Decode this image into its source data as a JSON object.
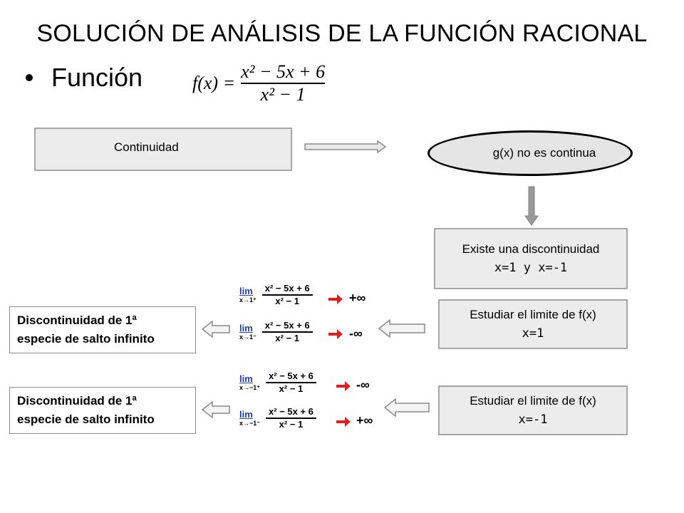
{
  "title": "SOLUCIÓN DE ANÁLISIS DE LA FUNCIÓN RACIONAL",
  "bullet": {
    "label": "Función"
  },
  "function": {
    "lhs": "f(x) =",
    "numerator": "x² − 5x + 6",
    "denominator": "x² − 1"
  },
  "continuidad": {
    "label": "Continuidad"
  },
  "ellipse": {
    "label": "g(x) no es continua"
  },
  "discontinuity": {
    "line1": "Existe una discontinuidad",
    "line2": "x=1 y x=-1"
  },
  "study1": {
    "line1": "Estudiar el limite de f(x)",
    "line2": "x=1"
  },
  "study2": {
    "line1": "Estudiar el limite de f(x)",
    "line2": "x=-1"
  },
  "result1": {
    "line1": "Discontinuidad de 1ª",
    "line2": "especie de salto infinito"
  },
  "result2": {
    "line1": "Discontinuidad de 1ª",
    "line2": "especie de salto infinito"
  },
  "limits": [
    {
      "word": "lim",
      "sub": "x→1⁺",
      "num": "x² − 5x + 6",
      "den": "x² − 1",
      "result": "+∞"
    },
    {
      "word": "lim",
      "sub": "x→1⁻",
      "num": "x² − 5x + 6",
      "den": "x² − 1",
      "result": "-∞"
    },
    {
      "word": "lim",
      "sub": "x→−1⁺",
      "num": "x² − 5x + 6",
      "den": "x² − 1",
      "result": "-∞"
    },
    {
      "word": "lim",
      "sub": "x→−1⁻",
      "num": "x² − 5x + 6",
      "den": "x² − 1",
      "result": "+∞"
    }
  ],
  "colors": {
    "box_fill": "#ececec",
    "box_border": "#a6a6a6",
    "arrow_red": "#e02020",
    "lim_blue": "#1f3fa0"
  }
}
